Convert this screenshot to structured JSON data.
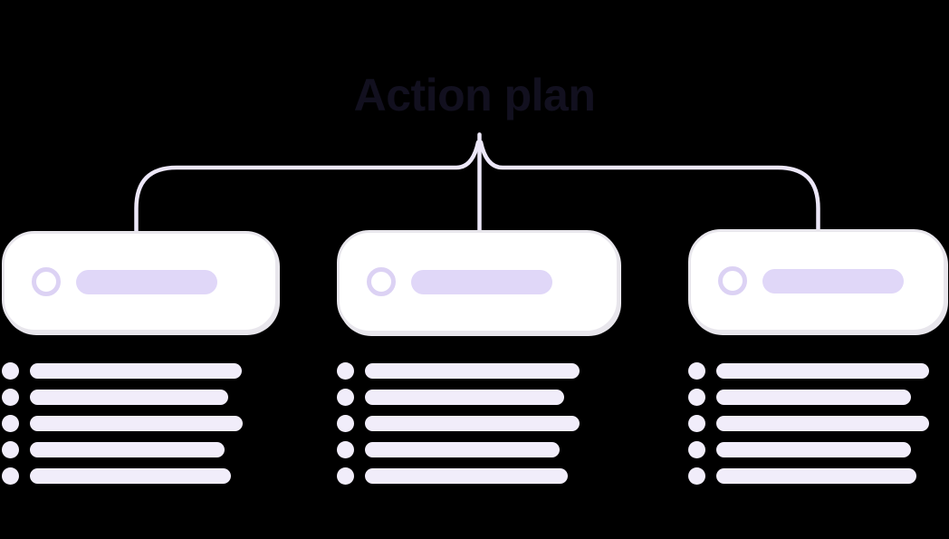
{
  "title": "Action plan",
  "colors": {
    "background": "#000000",
    "title_text": "#12101f",
    "connector": "#ece7f8",
    "card_fill": "#ffffff",
    "card_border": "#e8e6ec",
    "ring_stroke": "#dcd2f4",
    "pill_fill": "#e0d7f8",
    "line_fill": "#f1edfa"
  },
  "branches": [
    {
      "name": "branch-1",
      "line_widths": [
        234,
        219,
        235,
        215,
        222
      ]
    },
    {
      "name": "branch-2",
      "line_widths": [
        237,
        220,
        237,
        215,
        224
      ]
    },
    {
      "name": "branch-3",
      "line_widths": [
        235,
        215,
        235,
        215,
        221
      ]
    }
  ]
}
